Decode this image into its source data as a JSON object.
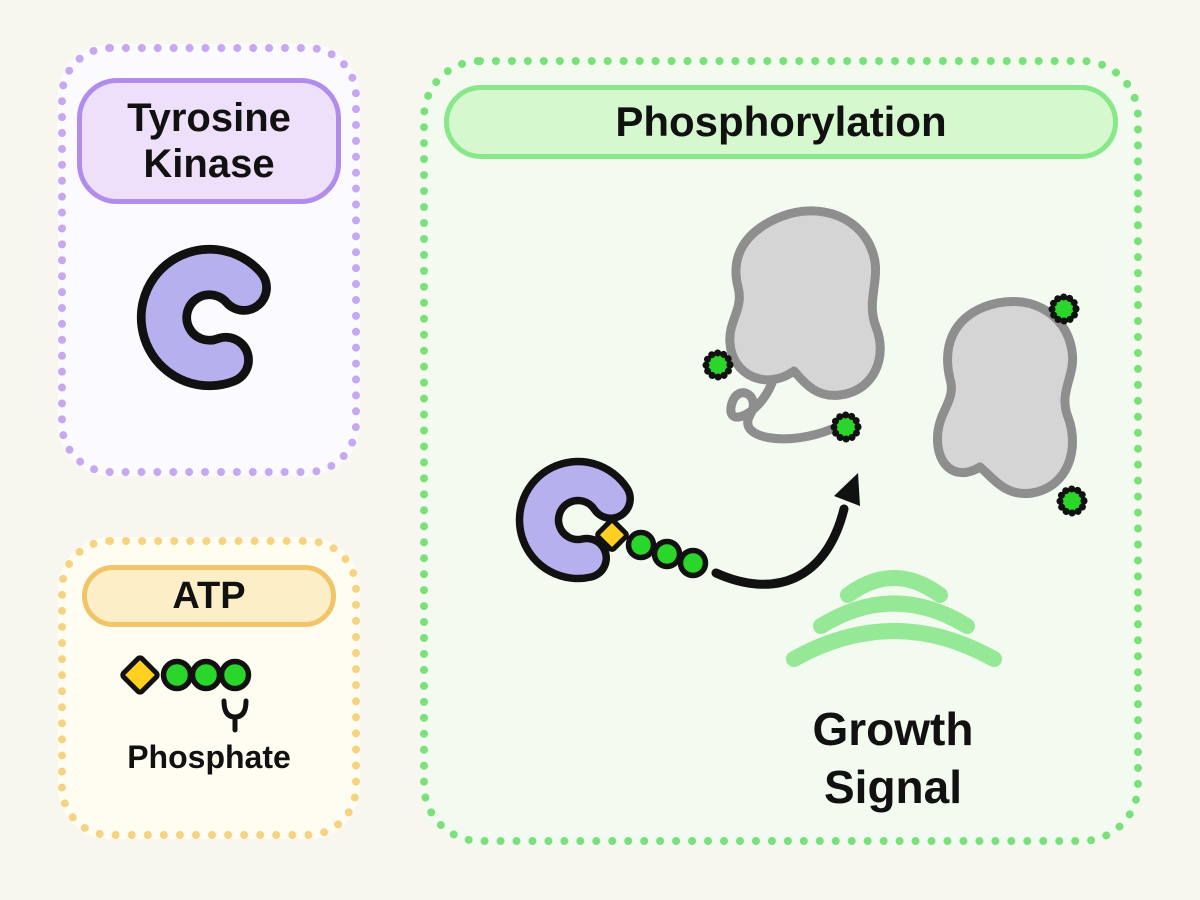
{
  "panels": {
    "tyrosine_kinase": {
      "label_line1": "Tyrosine",
      "label_line2": "Kinase"
    },
    "atp": {
      "label": "ATP",
      "phosphate_label": "Phosphate"
    },
    "phosphorylation": {
      "label": "Phosphorylation",
      "growth_signal_line1": "Growth",
      "growth_signal_line2": "Signal"
    }
  },
  "icons": {
    "kinase": "c-shaped-purple-enzyme-blob",
    "atp_molecule": "yellow-diamond-with-three-green-phosphate-circles",
    "phosphate_claw": "small-black-fork-pointing-at-terminal-phosphate",
    "phosphate_dot": "green-circle-with-black-dotted-ring",
    "transfer_arrow": "curved-black-arrow",
    "protein": "gray-amoeba-blob-with-squiggle-tail",
    "growth_signal": "three-nested-light-green-arcs"
  },
  "colors": {
    "background": "#F7F7EF",
    "text": "#111111",
    "outline": "#111111",
    "panel_purple_border": "#C5A8F0",
    "panel_purple_bg": "#FBFAFF",
    "pill_purple_fill": "#EEE0FB",
    "pill_purple_border": "#B18CEA",
    "kinase_fill": "#B6B0EF",
    "panel_orange_border": "#F6D382",
    "panel_orange_bg": "#FFFCF1",
    "pill_orange_fill": "#FCEFC7",
    "pill_orange_border": "#F1C468",
    "diamond_yellow": "#FFD020",
    "panel_green_border": "#7AE07A",
    "panel_green_bg": "#F3FAF0",
    "pill_green_fill": "#D6F8CF",
    "pill_green_border": "#88E788",
    "phosphate_green": "#2BD62B",
    "signal_green": "#95E895",
    "protein_fill": "#D5D5D5",
    "protein_stroke": "#8E8E8E"
  }
}
